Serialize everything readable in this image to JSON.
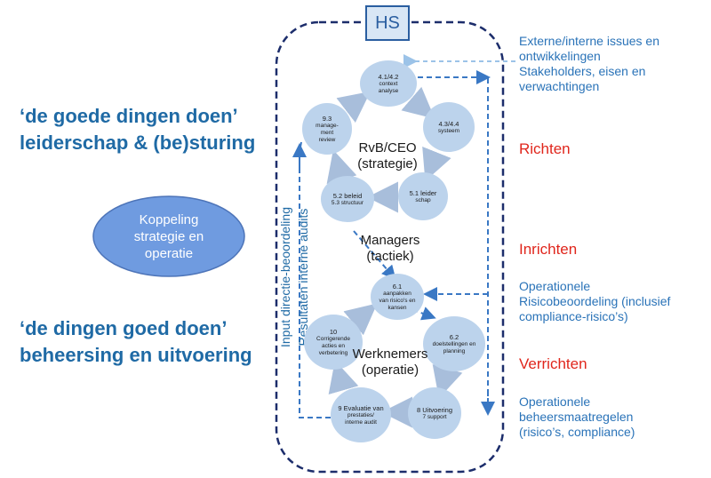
{
  "hs_label": "HS",
  "left": {
    "heading1_line1": "‘de goede dingen doen’",
    "heading1_line2": "leiderschap & (be)sturing",
    "ellipse_line1": "Koppeling",
    "ellipse_line2": "strategie en",
    "ellipse_line3": "operatie",
    "heading2_line1": "‘de dingen goed doen’",
    "heading2_line2": "beheersing en uitvoering"
  },
  "right": {
    "top_line1": "Externe/interne issues en",
    "top_line2": "ontwikkelingen",
    "top_line3": "Stakeholders, eisen en",
    "top_line4": "verwachtingen",
    "richten": "Richten",
    "inrichten": "Inrichten",
    "mid_line1": "Operationele",
    "mid_line2": "Risicobeoordeling (inclusief",
    "mid_line3": "compliance-risico’s)",
    "verrichten": "Verrichten",
    "bot_line1": "Operationele",
    "bot_line2": "beheersmaatregelen",
    "bot_line3": "(risico’s, compliance)"
  },
  "levels": {
    "top_line1": "RvB/CEO",
    "top_line2": "(strategie)",
    "mid_line1": "Managers",
    "mid_line2": "(tactiek)",
    "bot_line1": "Werknemers",
    "bot_line2": "(operatie)"
  },
  "vertical": {
    "input": "Input directie-beoordeling",
    "resultaten": "Resultaten interne audits"
  },
  "nodes": {
    "n41": {
      "num": "4.1/4.2",
      "l1": "context",
      "l2": "analyse"
    },
    "n43": {
      "num": "4.3/4.4",
      "l1": "systeem"
    },
    "n51": {
      "num": "5.1 leider",
      "l1": "schap"
    },
    "n52": {
      "num": "5.2 beleid",
      "l1": "5.3 structuur"
    },
    "n93": {
      "num": "9.3",
      "l1": "manage-",
      "l2": "ment",
      "l3": "review"
    },
    "n61": {
      "num": "6.1",
      "l1": "aanpakken",
      "l2": "van risico's en",
      "l3": "kansen"
    },
    "n62": {
      "num": "6.2",
      "l1": "doelstellingen en",
      "l2": "planning"
    },
    "n8": {
      "num": "8 Uitvoering",
      "l1": "7 support"
    },
    "n9": {
      "num": "9 Evaluatie van",
      "l1": "prestaties/",
      "l2": "interne audit"
    },
    "n10": {
      "num": "10",
      "l1": "Corrigerende",
      "l2": "acties en",
      "l3": "verbetering"
    }
  },
  "colors": {
    "heading": "#1f6aa5",
    "accent_red": "#e0261c",
    "side_blue": "#2a73b8",
    "node_fill": "#bcd3ec",
    "ellipse_fill": "#6f9be0",
    "border_dark": "#1c2d6b",
    "arrow_blue": "#3a78c4"
  }
}
